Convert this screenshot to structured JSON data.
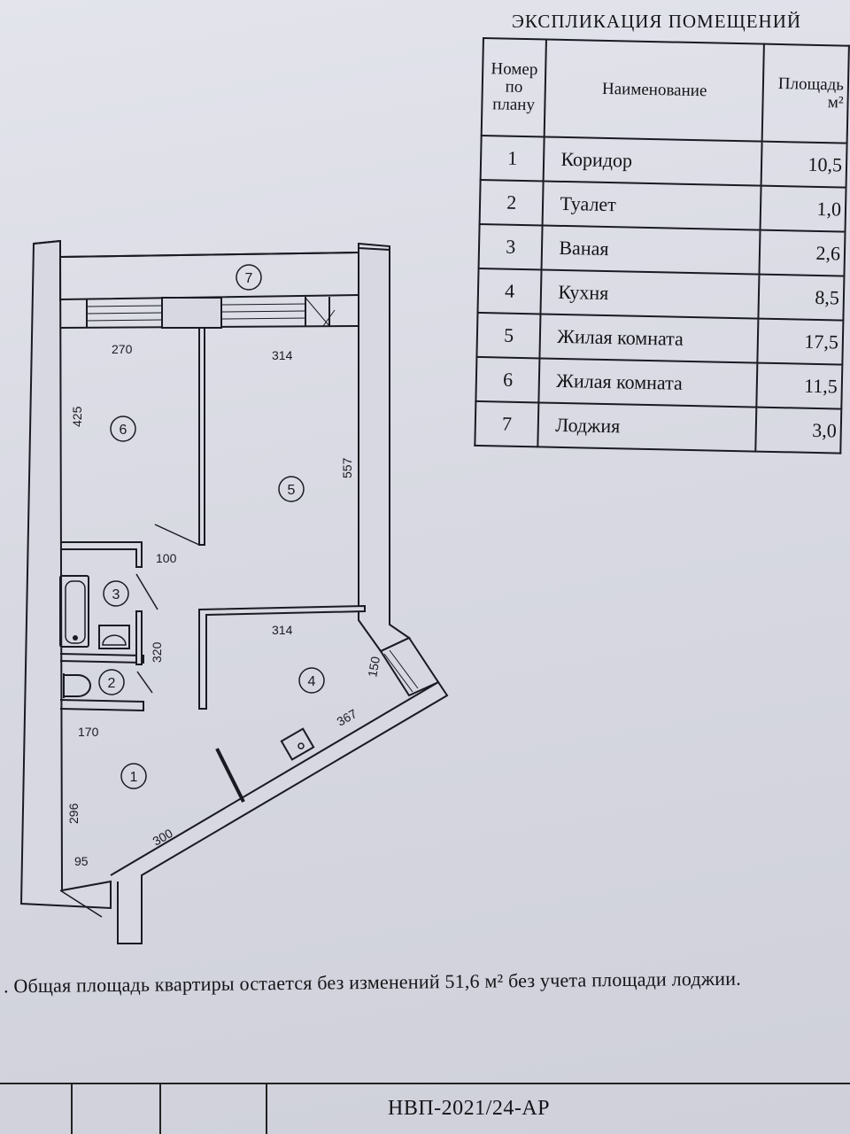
{
  "explication": {
    "title": "ЭКСПЛИКАЦИЯ  ПОМЕЩЕНИЙ",
    "headers": {
      "number": "Номер по плану",
      "name": "Наименование",
      "area": "Площадь м²"
    },
    "rows": [
      {
        "num": "1",
        "name": "Коридор",
        "area": "10,5"
      },
      {
        "num": "2",
        "name": "Туалет",
        "area": "1,0"
      },
      {
        "num": "3",
        "name": "Ваная",
        "area": "2,6"
      },
      {
        "num": "4",
        "name": "Кухня",
        "area": "8,5"
      },
      {
        "num": "5",
        "name": "Жилая комната",
        "area": "17,5"
      },
      {
        "num": "6",
        "name": "Жилая комната",
        "area": "11,5"
      },
      {
        "num": "7",
        "name": "Лоджия",
        "area": "3,0"
      }
    ]
  },
  "plan": {
    "room_markers": [
      "1",
      "2",
      "3",
      "4",
      "5",
      "6",
      "7"
    ],
    "dimensions": {
      "d270": "270",
      "d314_top": "314",
      "d425": "425",
      "d557": "557",
      "d100": "100",
      "d320": "320",
      "d314_mid": "314",
      "d150": "150",
      "d367": "367",
      "d170": "170",
      "d296": "296",
      "d300": "300",
      "d95": "95"
    }
  },
  "note": ". Общая площадь квартиры остается без изменений 51,6 м² без учета площади лоджии.",
  "stamp": "НВП-2021/24-АР"
}
